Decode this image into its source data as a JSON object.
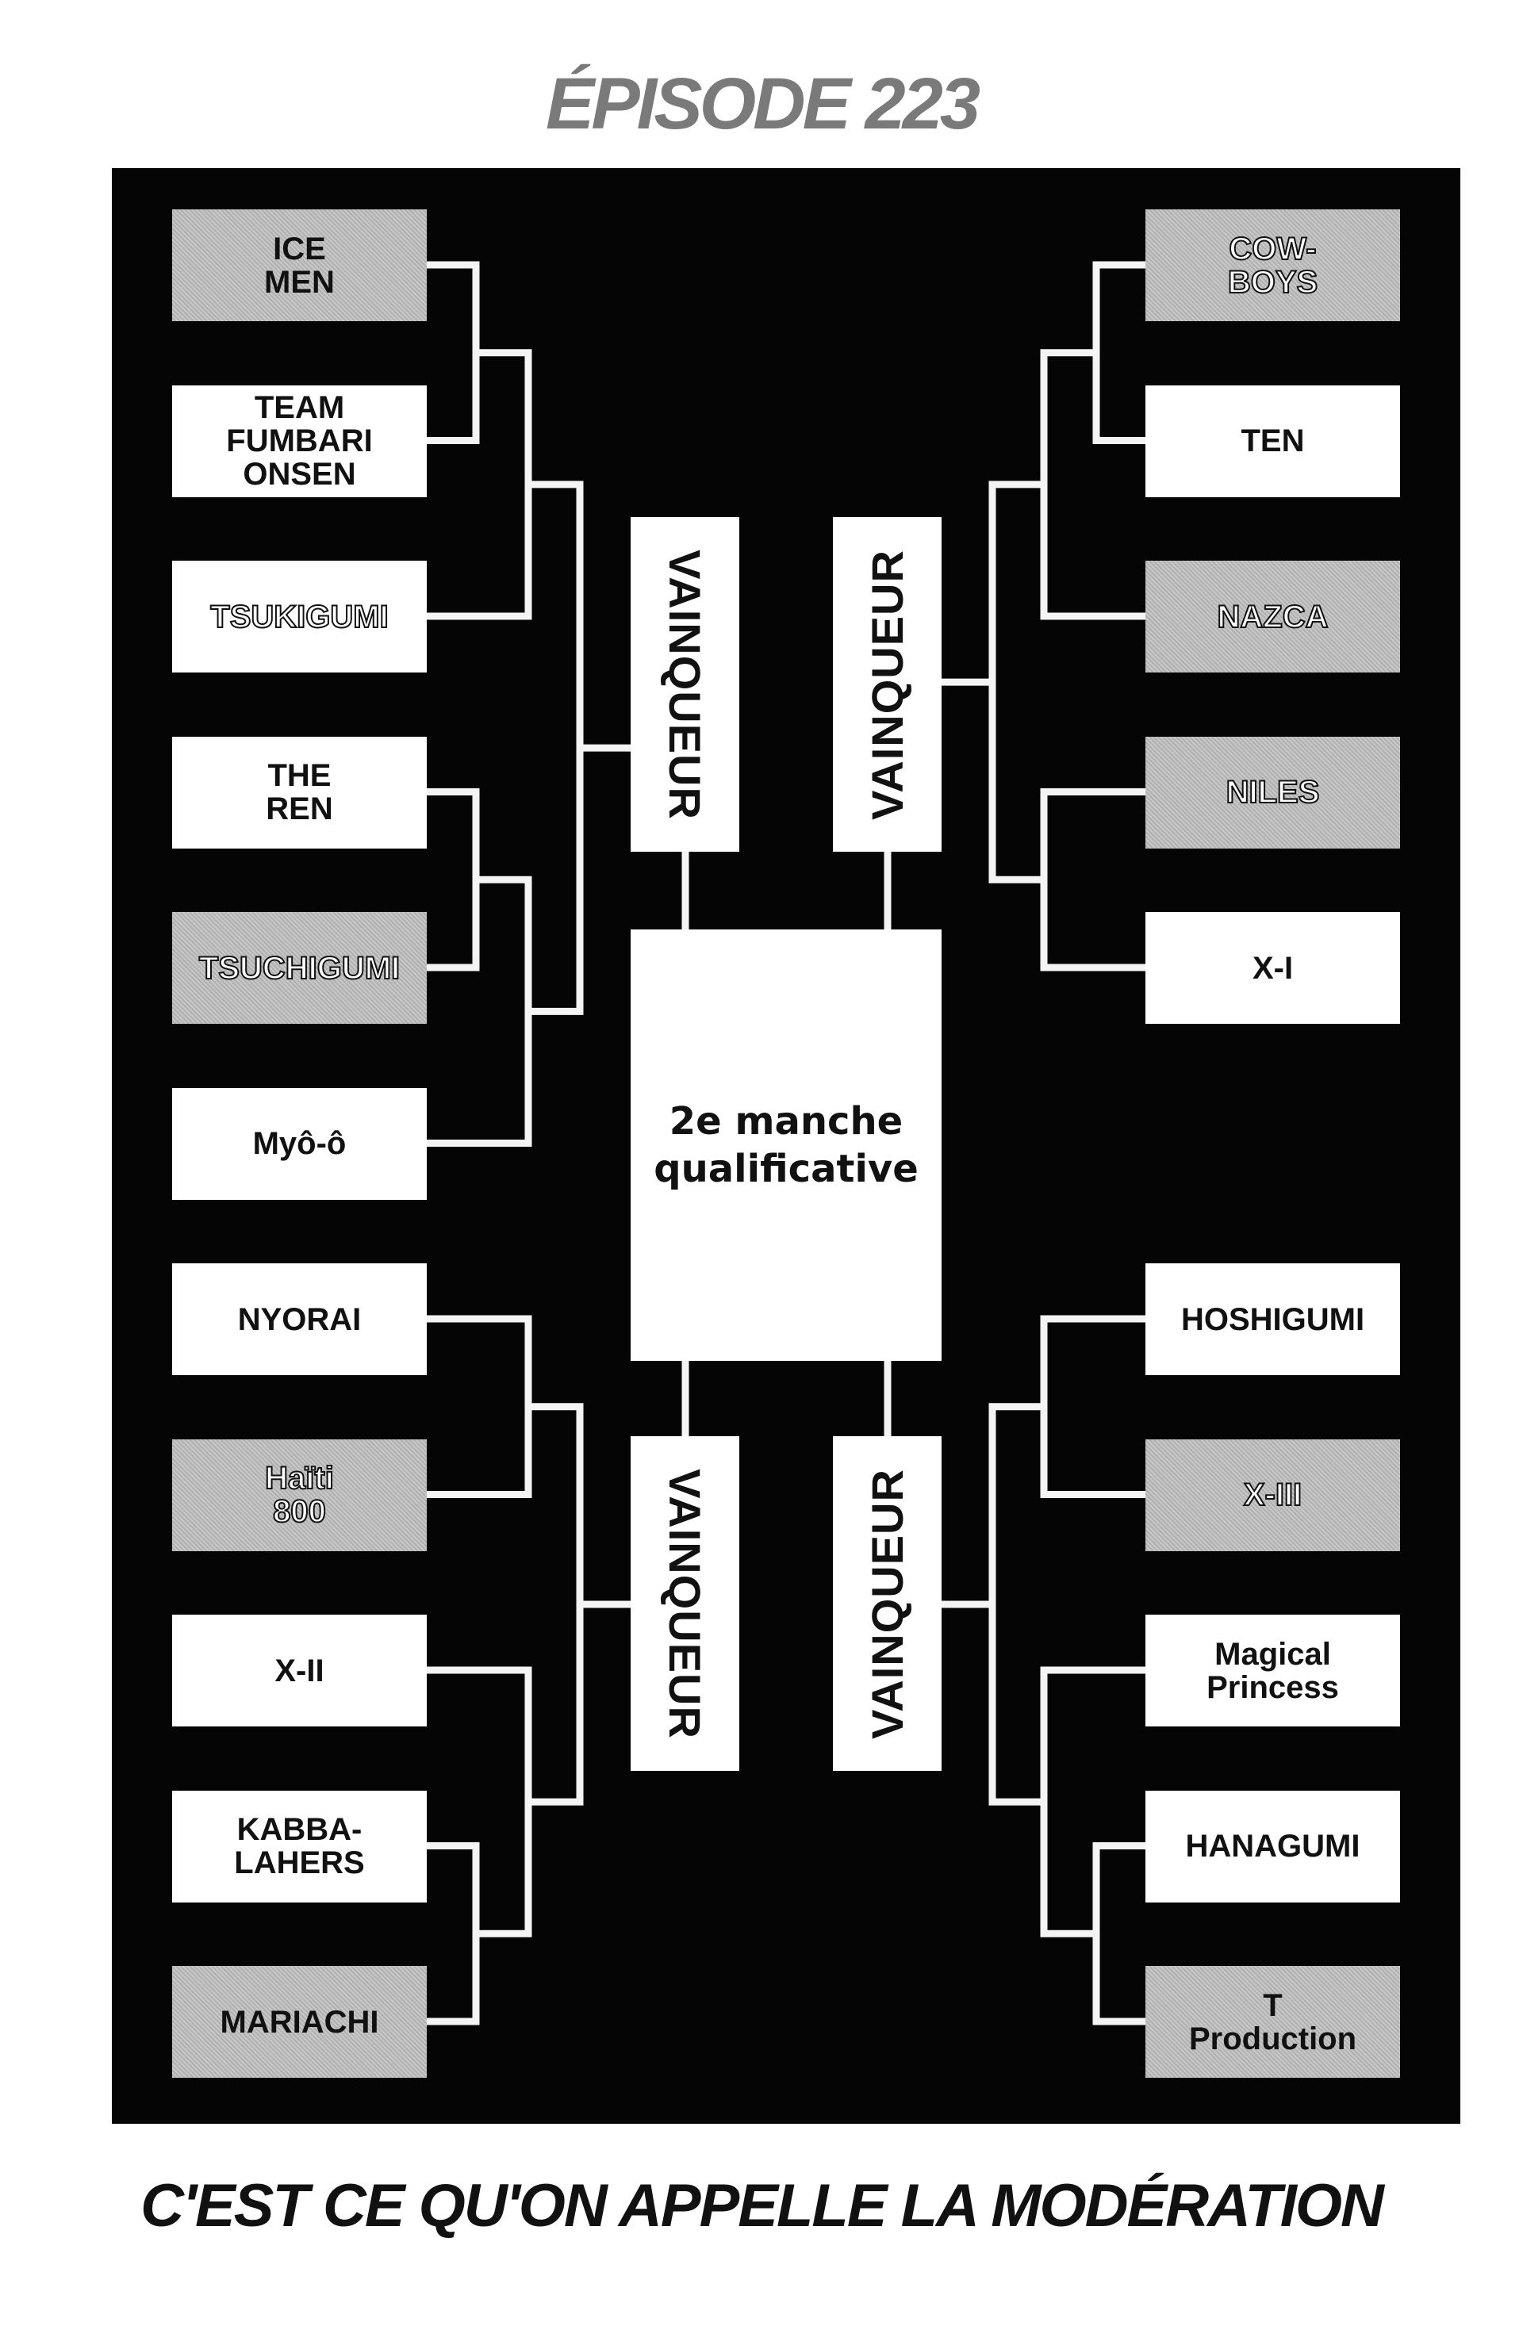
{
  "header": {
    "episode_title": "ÉPISODE 223"
  },
  "bracket": {
    "center_label": "2e manche qualificative",
    "winner_label": "VAINQUEUR",
    "left_teams": [
      {
        "name": "ICE\nMEN",
        "shaded": true
      },
      {
        "name": "TEAM\nFUMBARI\nONSEN",
        "shaded": false
      },
      {
        "name": "TSUKIGUMI",
        "shaded": false,
        "outline": true
      },
      {
        "name": "THE\nREN",
        "shaded": false
      },
      {
        "name": "TSUCHIGUMI",
        "shaded": true,
        "outline": true
      },
      {
        "name": "Myô-ô",
        "shaded": false
      },
      {
        "name": "NYORAI",
        "shaded": false
      },
      {
        "name": "Haïti\n800",
        "shaded": true,
        "outline": true
      },
      {
        "name": "X-II",
        "shaded": false
      },
      {
        "name": "KABBA-\nLAHERS",
        "shaded": false
      },
      {
        "name": "MARIACHI",
        "shaded": true
      }
    ],
    "right_teams": [
      {
        "name": "COW-\nBOYS",
        "shaded": true,
        "outline": true
      },
      {
        "name": "TEN",
        "shaded": false
      },
      {
        "name": "NAZCA",
        "shaded": true,
        "outline": true
      },
      {
        "name": "NILES",
        "shaded": true,
        "outline": true
      },
      {
        "name": "X-I",
        "shaded": false
      },
      {
        "name": "HOSHIGUMI",
        "shaded": false
      },
      {
        "name": "X-III",
        "shaded": true,
        "outline": true
      },
      {
        "name": "Magical\nPrincess",
        "shaded": false
      },
      {
        "name": "HANAGUMI",
        "shaded": false
      },
      {
        "name": "T\nProduction",
        "shaded": true
      }
    ]
  },
  "footer": {
    "caption": "C'EST CE QU'ON APPELLE LA MODÉRATION"
  }
}
